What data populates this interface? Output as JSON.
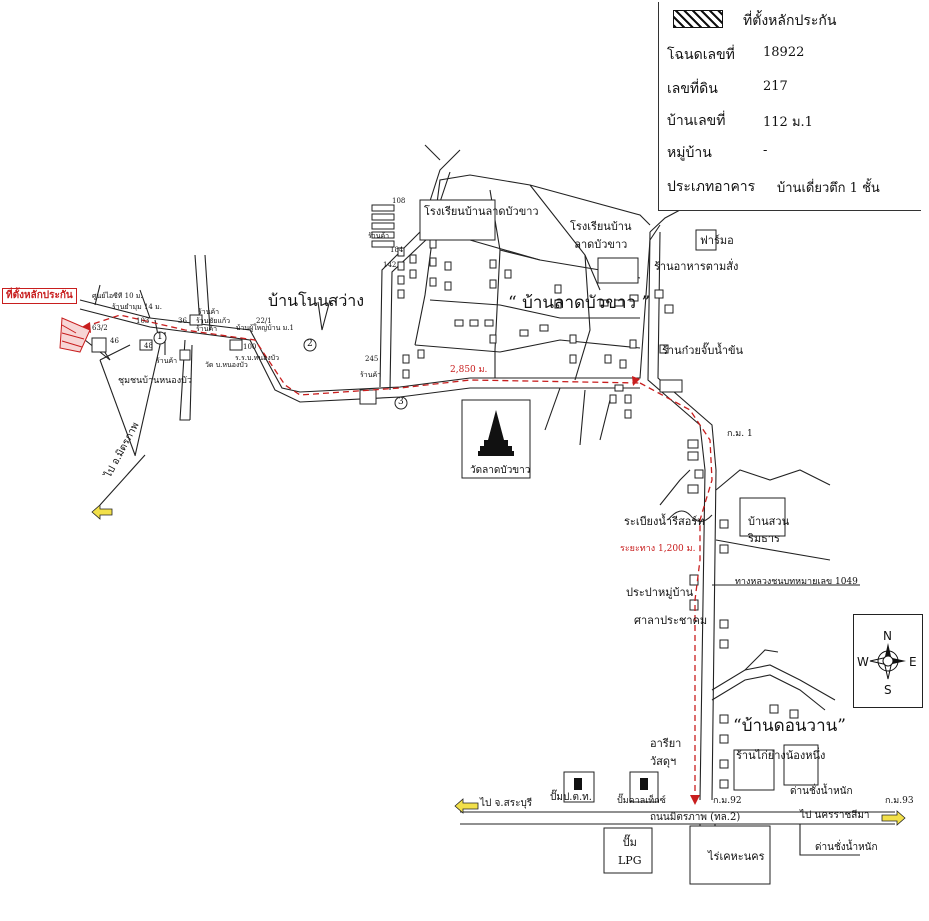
{
  "legend": {
    "site_label": "ที่ตั้งหลักประกัน",
    "rows": [
      {
        "key": "โฉนดเลขที่",
        "value": "18922"
      },
      {
        "key": "เลขที่ดิน",
        "value": "217"
      },
      {
        "key": "บ้านเลขที่",
        "value": "112 ม.1"
      },
      {
        "key": "หมู่บ้าน",
        "value": "-"
      },
      {
        "key": "ประเภทอาคาร",
        "value": "บ้านเดี่ยวตึก 1 ชั้น"
      }
    ]
  },
  "villages": {
    "nonsawang": "บ้านโนนสว่าง",
    "latbuakhao": "“ บ้านลาดบัวขาว ”",
    "donwan": "“บ้านดอนวาน”",
    "suanrimthan": "บ้านสวน\nริมธาร",
    "nongbua": "ชุมชนบ้านหนองบัว"
  },
  "places": {
    "school1": "โรงเรียนบ้านลาดบัวขาว",
    "school2": "โรงเรียนบ้าน\nลาดบัวขาว",
    "restaurant": "ร้านอาหารตามสั่ง",
    "noodle": "ร้านก๋วยจั๊บน้ำข้น",
    "farm": "ฟาร์มอ",
    "temple": "วัดลาดบัวขาว",
    "resort": "ระเบียงน้ำรีสอร์ท",
    "village_water": "ประปาหมู่บ้าน",
    "pavilion": "ศาลาประชาคม",
    "ariya": "อารียา\nวัสดุฯ",
    "chicken": "ร้านไก่ย่างน้องหนึ่ง",
    "ptt": "ปั๊มป.ต.ท.",
    "caltex": "ปั๊มคาลเท็กซ์",
    "lpg": "ปั๊ม\nLPG",
    "rai": "ไร่เคหะนคร",
    "weigh1": "ด่านชั่งน้ำหนัก",
    "weigh2": "ด่านชั่งน้ำหนัก",
    "watnongbua": "วัด บ.หนองบัว",
    "sorsor": "ร.ร.บ.หนองบัว",
    "shop": "ร้านค้า",
    "shop2": "ร้านค้า",
    "shop3": "ร้านค้า",
    "shop4": "ร้านค้า",
    "shop5": "ร้านค้า",
    "shop_chaikaew": "ร้านชัยแก้ว",
    "shop_mum": "ร้านยำมุม 14 ม.",
    "utility": "ศูนย์ไอซีที 10 ม.",
    "chiefhouse": "บ้านผู้ใหญ่บ้าน ม.1"
  },
  "roads": {
    "highway": "ถนนมิตรภาพ (ทล.2)",
    "to_saraburi": "ไป จ.สระบุรี",
    "to_korat": "ไป นครราชสีมา",
    "to_mittraphap": "ไป อ.มิตรภาพ",
    "dist1": "2,850 ม.",
    "dist2": "ระยะทาง 1,200 ม.",
    "rural_road": "ทางหลวงชนบทหมายเลข 1049",
    "km1": "ก.ม. 1",
    "km92": "ก.ม.92",
    "km93": "ก.ม.93",
    "site_tag": "ที่ตั้งหลักประกัน"
  },
  "markers": {
    "m1": "1",
    "m2": "2",
    "m3": "3"
  },
  "numbers": [
    "108",
    "184",
    "142",
    "245",
    "48",
    "36",
    "63/2",
    "46",
    "22/1",
    "103",
    "100"
  ],
  "compass": {
    "n": "N",
    "s": "S",
    "e": "E",
    "w": "W"
  },
  "colors": {
    "route": "#c81e1e",
    "road": "#222222",
    "sign": "#f2e04a"
  }
}
